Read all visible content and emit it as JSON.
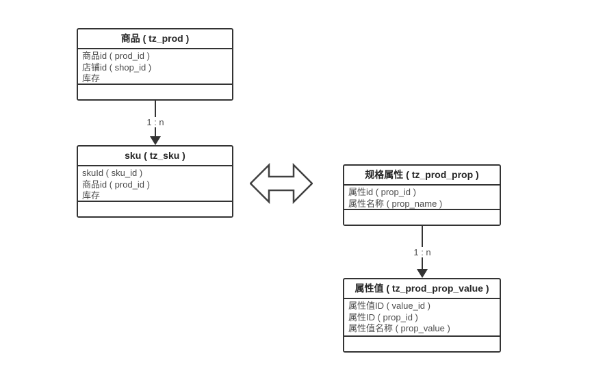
{
  "diagram": {
    "background": "#ffffff",
    "colors": {
      "box_border": "#333333",
      "title_text": "#262626",
      "field_text": "#4a4a4a",
      "relation_label_text": "#4d4d4d"
    },
    "entities": [
      {
        "name": "prod",
        "title": "商品 ( tz_prod )",
        "fields": [
          "商品id ( prod_id )",
          "店铺id ( shop_id )",
          "库存"
        ]
      },
      {
        "name": "sku",
        "title": "sku ( tz_sku )",
        "fields": [
          "skuId ( sku_id )",
          "商品id ( prod_id )",
          "库存"
        ]
      },
      {
        "name": "prod_prop",
        "title": "规格属性 ( tz_prod_prop )",
        "fields": [
          "属性id ( prop_id )",
          "属性名称 ( prop_name )"
        ]
      },
      {
        "name": "prod_prop_value",
        "title": "属性值 ( tz_prod_prop_value )",
        "fields": [
          "属性值ID ( value_id )",
          "属性ID ( prop_id )",
          "属性值名称 ( prop_value )"
        ]
      }
    ],
    "relations": [
      {
        "from": "prod",
        "to": "sku",
        "label": "1 : n"
      },
      {
        "from": "prod_prop",
        "to": "prod_prop_value",
        "label": "1 : n"
      }
    ],
    "connector_icon": "double-horizontal-arrow"
  }
}
